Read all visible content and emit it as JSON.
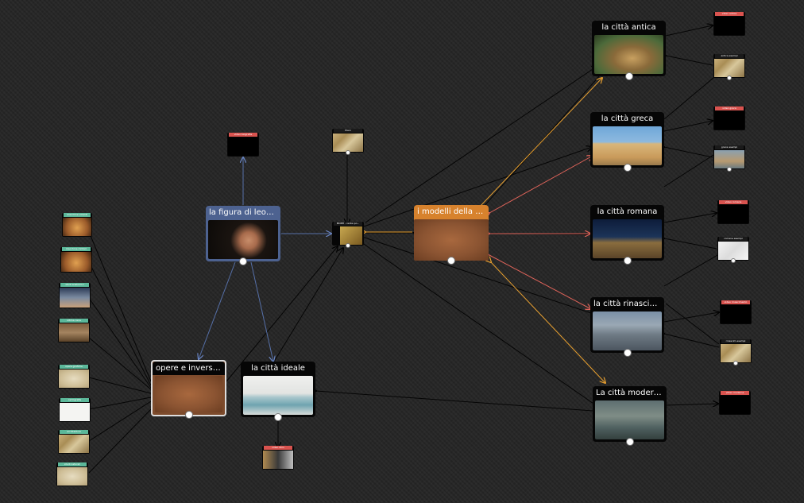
{
  "nodes": {
    "leonardo": {
      "title": "la figura di leonar..."
    },
    "opere": {
      "title": "opere e inversioni"
    },
    "ideale": {
      "title": "la città ideale"
    },
    "modelli": {
      "title": "i modelli della St..."
    },
    "antica": {
      "title": "la città antica"
    },
    "greca": {
      "title": "la città greca"
    },
    "romana": {
      "title": "la città romana"
    },
    "rinascimento": {
      "title": "la città rinascime..."
    },
    "moderna": {
      "title": "La città moderna"
    },
    "hub": {
      "title": "MOPPI - verba po..."
    },
    "piani": {
      "title": "Piani"
    }
  },
  "minis": {
    "m_leo_video": "video biografia",
    "m_ant_video": "video antica",
    "m_ant_esempi": "antica esempi",
    "m_gre_video": "video greca",
    "m_gre_esempi": "greca esempi",
    "m_rom_video": "video romana",
    "m_rom_esempi": "romana esempi",
    "m_rin_video": "video rinascimento",
    "m_rin_esempi": "rinascim esempi",
    "m_mod_video": "video moderna",
    "m_ideale_video": "video libro",
    "m_op1": "macchine volanti",
    "m_op2": "macchine militari",
    "m_op3": "studi anatomici",
    "m_op4": "ultima cena",
    "m_op5": "opere grafiche",
    "m_op6": "cartografia",
    "m_op7": "architettura",
    "m_op8": "studi naturali"
  },
  "colors": {
    "blue_edge": "#5670a8",
    "orange_edge": "#e8a030",
    "red_edge": "#e0645a",
    "black_edge": "#050505",
    "node_blue": "#4d6290",
    "node_orange": "#d7822d",
    "tag_red": "#d9534f",
    "tag_teal": "#5cb89a"
  }
}
